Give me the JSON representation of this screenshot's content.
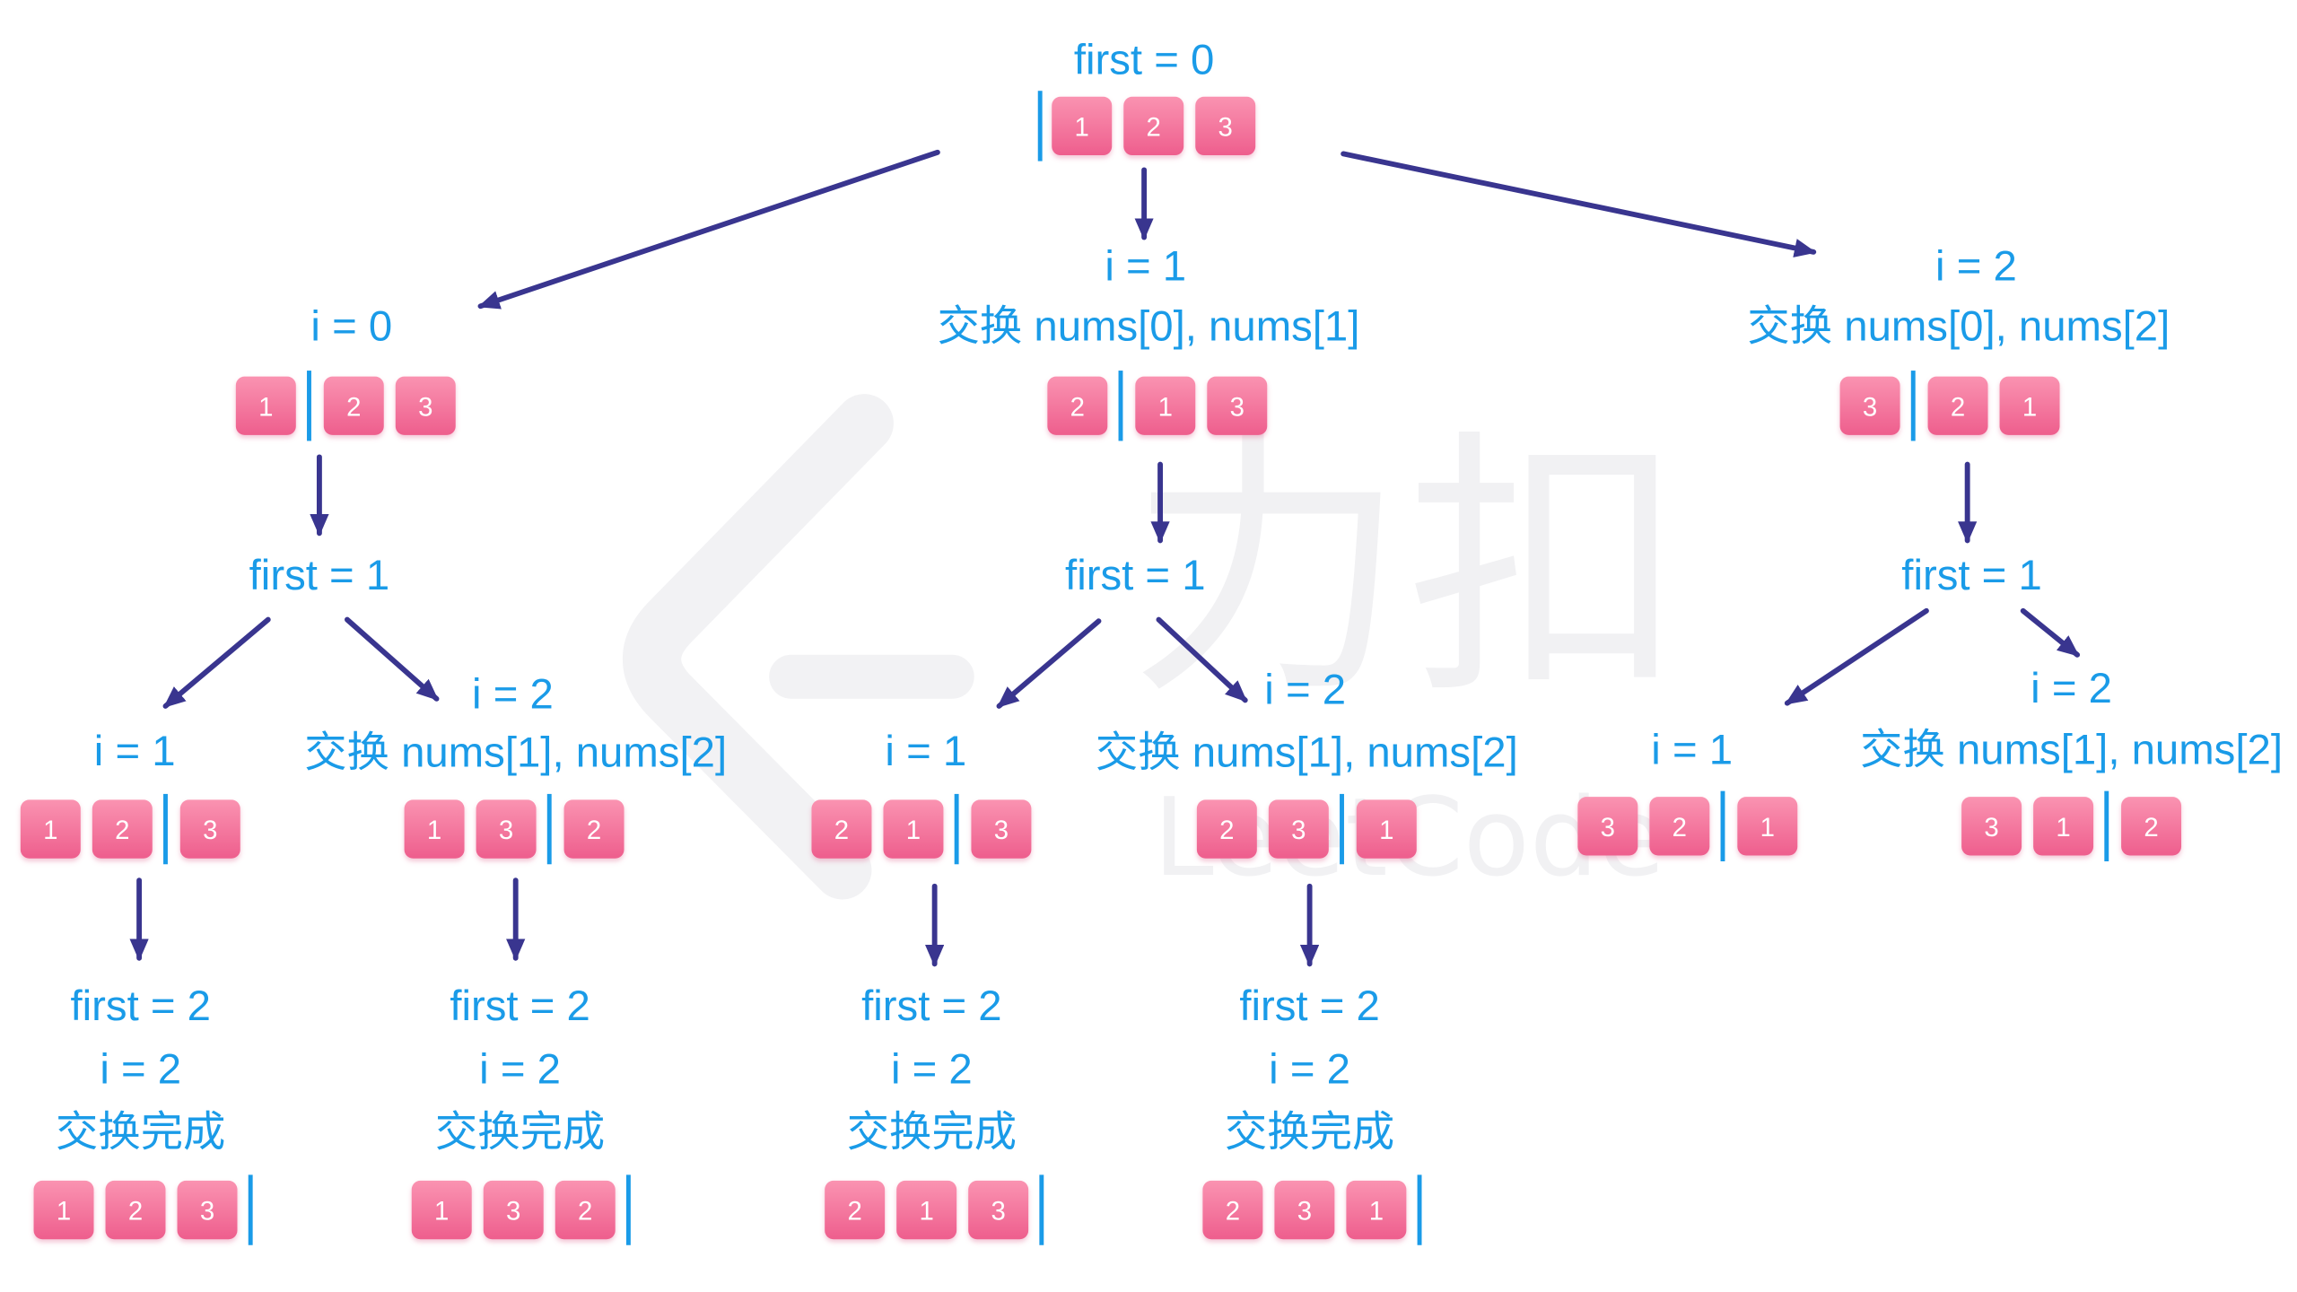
{
  "watermark": {
    "cn": "力扣",
    "en": "LeetCode"
  },
  "colors": {
    "label": "#1a9be8",
    "divider": "#1a9be8",
    "arrow": "#39358f",
    "box_top": "#fa93b1",
    "box_bottom": "#ee5e8d",
    "value": "#ffffff"
  },
  "nodes": [
    {
      "labels": [
        "first = 0"
      ],
      "values": [
        1,
        2,
        3
      ],
      "split": 0
    },
    {
      "labels": [
        "i = 0"
      ],
      "values": [
        1,
        2,
        3
      ],
      "split": 1
    },
    {
      "labels": [
        "i = 1",
        "交换 nums[0], nums[1]"
      ],
      "values": [
        2,
        1,
        3
      ],
      "split": 1
    },
    {
      "labels": [
        "i = 2",
        "交换 nums[0], nums[2]"
      ],
      "values": [
        3,
        2,
        1
      ],
      "split": 1
    },
    {
      "labels": [
        "first = 1"
      ]
    },
    {
      "labels": [
        "first = 1"
      ]
    },
    {
      "labels": [
        "first = 1"
      ]
    },
    {
      "labels": [
        "i = 1"
      ],
      "values": [
        1,
        2,
        3
      ],
      "split": 2
    },
    {
      "labels": [
        "i = 2",
        "交换 nums[1], nums[2]"
      ],
      "values": [
        1,
        3,
        2
      ],
      "split": 2
    },
    {
      "labels": [
        "i = 1"
      ],
      "values": [
        2,
        1,
        3
      ],
      "split": 2
    },
    {
      "labels": [
        "i = 2",
        "交换 nums[1], nums[2]"
      ],
      "values": [
        2,
        3,
        1
      ],
      "split": 2
    },
    {
      "labels": [
        "i = 1"
      ],
      "values": [
        3,
        2,
        1
      ],
      "split": 2
    },
    {
      "labels": [
        "i = 2",
        "交换 nums[1], nums[2]"
      ],
      "values": [
        3,
        1,
        2
      ],
      "split": 2
    },
    {
      "labels": [
        "first = 2",
        "i = 2",
        "交换完成"
      ],
      "values": [
        1,
        2,
        3
      ],
      "split": 3
    },
    {
      "labels": [
        "first = 2",
        "i = 2",
        "交换完成"
      ],
      "values": [
        1,
        3,
        2
      ],
      "split": 3
    },
    {
      "labels": [
        "first = 2",
        "i = 2",
        "交换完成"
      ],
      "values": [
        2,
        1,
        3
      ],
      "split": 3
    },
    {
      "labels": [
        "first = 2",
        "i = 2",
        "交换完成"
      ],
      "values": [
        2,
        3,
        1
      ],
      "split": 3
    }
  ],
  "edges": [
    [
      0,
      1
    ],
    [
      0,
      2
    ],
    [
      0,
      3
    ],
    [
      1,
      4
    ],
    [
      2,
      5
    ],
    [
      3,
      6
    ],
    [
      4,
      7
    ],
    [
      4,
      8
    ],
    [
      5,
      9
    ],
    [
      5,
      10
    ],
    [
      6,
      11
    ],
    [
      6,
      12
    ],
    [
      7,
      13
    ],
    [
      8,
      14
    ],
    [
      9,
      15
    ],
    [
      10,
      16
    ]
  ]
}
